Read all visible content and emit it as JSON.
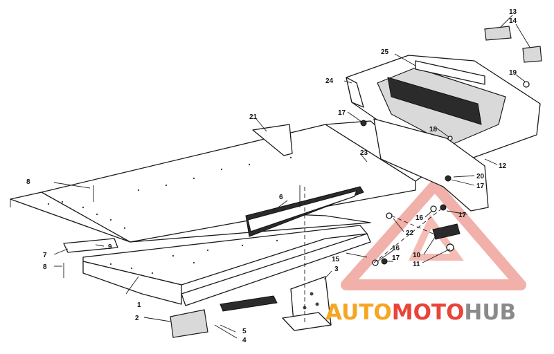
{
  "callouts": {
    "c1": "1",
    "c2": "2",
    "c3": "3",
    "c4": "4",
    "c5": "5",
    "c6": "6",
    "c7": "7",
    "c8a": "8",
    "c8b": "8",
    "c9": "9",
    "c10": "10",
    "c11": "11",
    "c12": "12",
    "c13": "13",
    "c14": "14",
    "c15": "15",
    "c16a": "16",
    "c16b": "16",
    "c17a": "17",
    "c17b": "17",
    "c17c": "17",
    "c17d": "17",
    "c18": "18",
    "c19": "19",
    "c20": "20",
    "c21": "21",
    "c22": "22",
    "c23": "23",
    "c24": "24",
    "c25": "25"
  },
  "watermark": {
    "part1": "AUTO",
    "part2": "MOTO",
    "part3": "HUB",
    "color_red": "#e8443a",
    "color_orange": "#f5a623",
    "color_grey": "#8a8a8a"
  }
}
